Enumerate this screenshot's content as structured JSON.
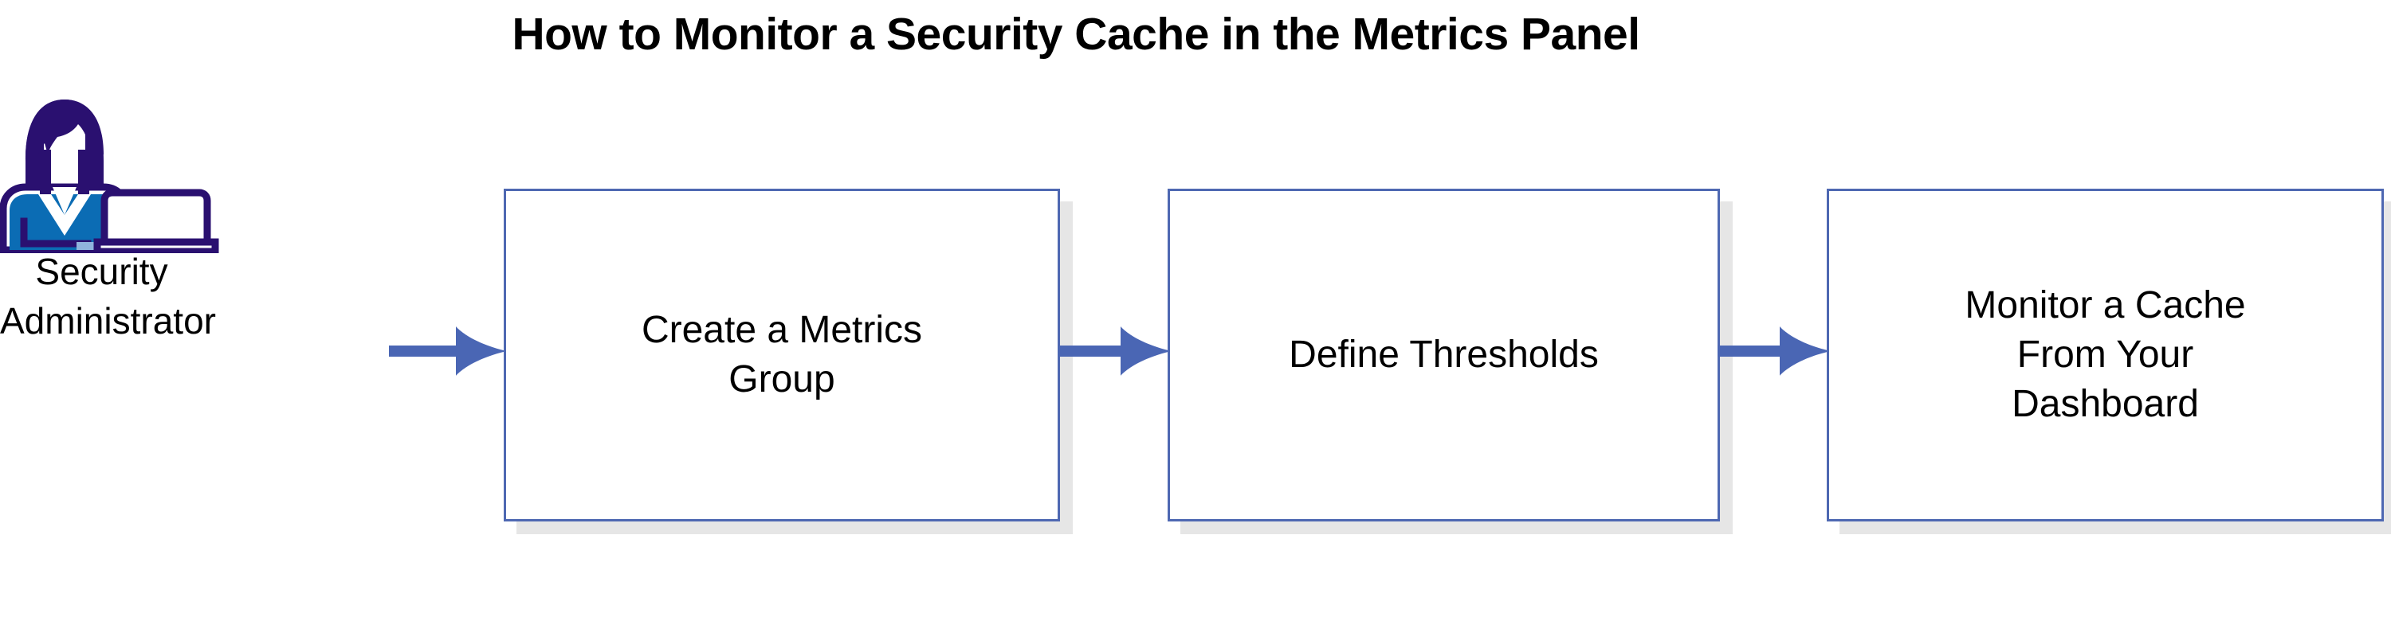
{
  "title": "How to Monitor a Security Cache in the Metrics Panel",
  "actor": {
    "icon_name": "security-administrator-avatar",
    "caption": "Security Administrator",
    "caption_line_1": "Security",
    "caption_line_2": "Administrator",
    "colors": {
      "hair": "#2a1070",
      "sweater": "#0b6cb4",
      "screen_accent": "#8fb3dd",
      "outline": "#2a1070"
    }
  },
  "flow": {
    "steps": [
      {
        "id": "step-1",
        "label": "Create a Metrics\nGroup"
      },
      {
        "id": "step-2",
        "label": "Define Thresholds"
      },
      {
        "id": "step-3",
        "label": "Monitor a Cache\nFrom Your\nDashboard"
      }
    ],
    "arrows": [
      {
        "id": "arrow-1",
        "from": "security-administrator",
        "to": "step-1",
        "icon_name": "right-arrow-icon"
      },
      {
        "id": "arrow-2",
        "from": "step-1",
        "to": "step-2",
        "icon_name": "right-arrow-icon"
      },
      {
        "id": "arrow-3",
        "from": "step-2",
        "to": "step-3",
        "icon_name": "right-arrow-icon"
      }
    ]
  },
  "colors": {
    "box_border": "#4e68b2",
    "box_fill": "#ffffff",
    "box_shadow": "#e6e6e6",
    "arrow": "#4a66b4",
    "text": "#000000",
    "background": "#ffffff"
  }
}
